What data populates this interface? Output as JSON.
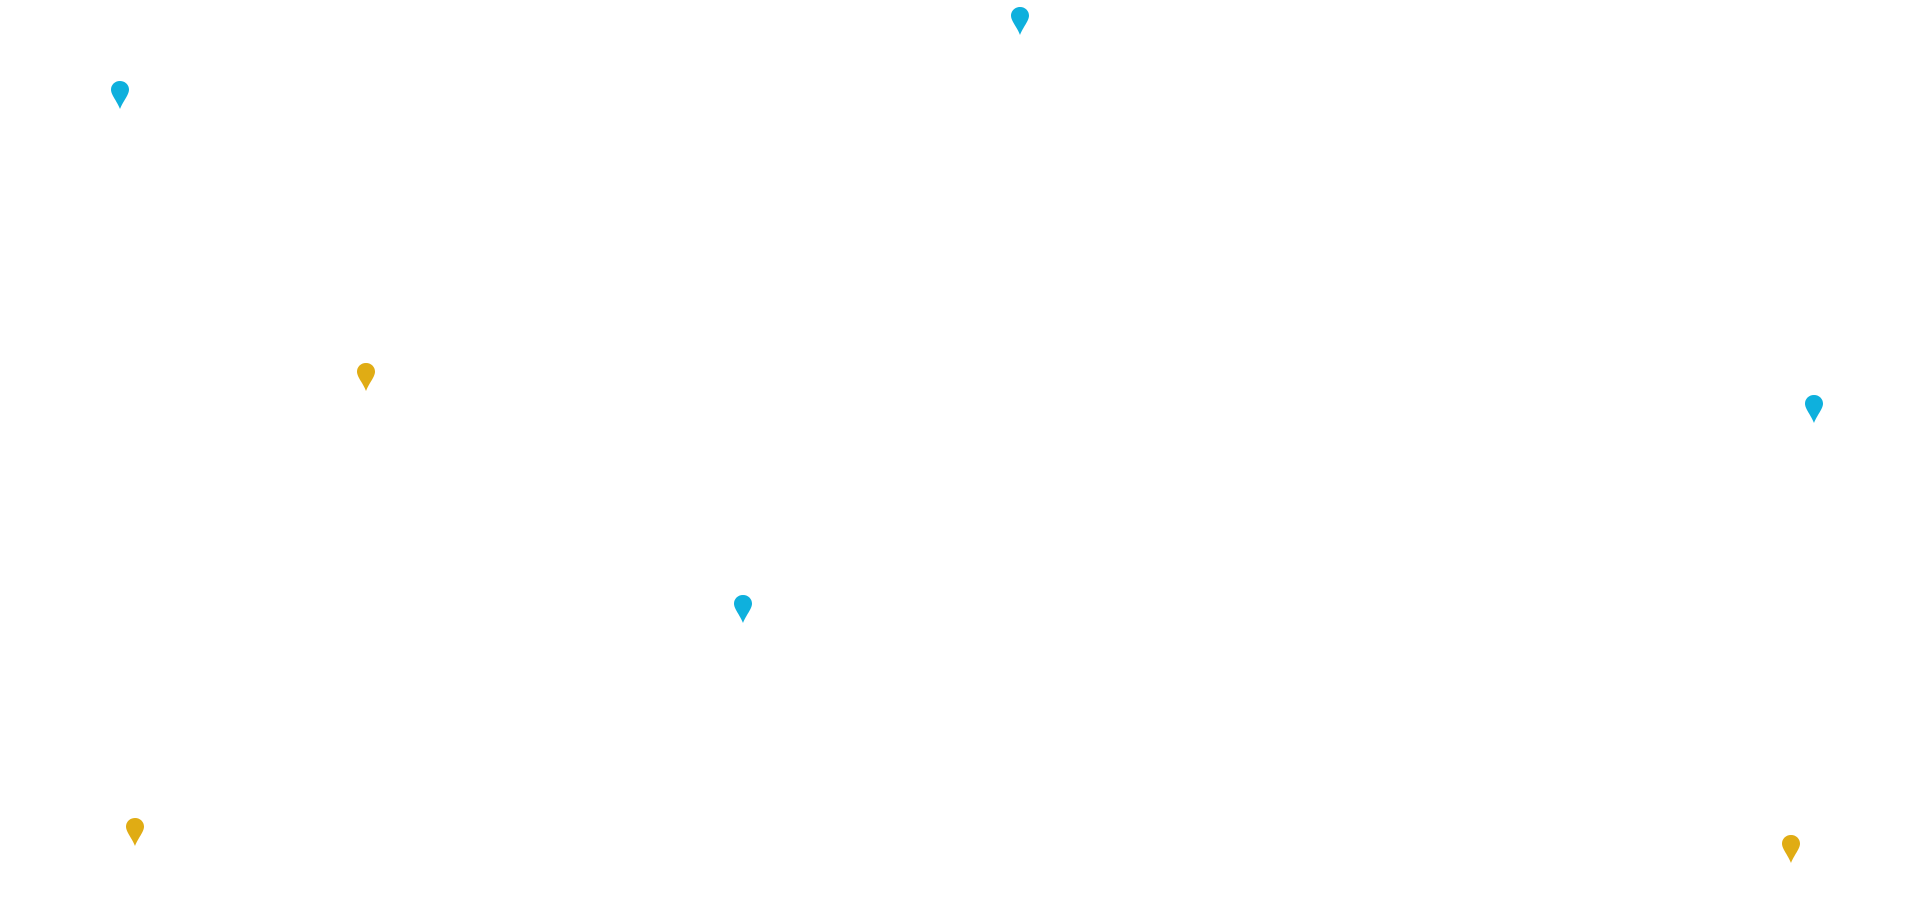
{
  "map": {
    "markers": [
      {
        "id": "marker-1",
        "color": "#0EB0DD",
        "category": "blue"
      },
      {
        "id": "marker-2",
        "color": "#0EB0DD",
        "category": "blue"
      },
      {
        "id": "marker-3",
        "color": "#E0AC14",
        "category": "yellow"
      },
      {
        "id": "marker-4",
        "color": "#0EB0DD",
        "category": "blue"
      },
      {
        "id": "marker-5",
        "color": "#0EB0DD",
        "category": "blue"
      },
      {
        "id": "marker-6",
        "color": "#E0AC14",
        "category": "yellow"
      },
      {
        "id": "marker-7",
        "color": "#E0AC14",
        "category": "yellow"
      }
    ],
    "icon": "map-pin-icon",
    "colors": {
      "blue": "#0EB0DD",
      "yellow": "#E0AC14",
      "background": "#FFFFFF"
    }
  }
}
